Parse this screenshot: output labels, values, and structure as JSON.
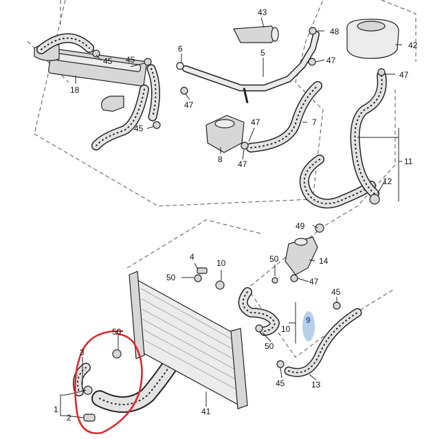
{
  "labels": {
    "l1": "1",
    "l2": "2",
    "l3": "3",
    "l4": "4",
    "l5": "5",
    "l6": "6",
    "l7": "7",
    "l8": "8",
    "l9": "9",
    "l10a": "10",
    "l10b": "10",
    "l11": "11",
    "l12": "12",
    "l13": "13",
    "l14": "14",
    "l18": "18",
    "l41": "41",
    "l42": "42",
    "l43": "43",
    "l45a": "45",
    "l45b": "45",
    "l45c": "45",
    "l45d": "45",
    "l45e": "45",
    "l47a": "47",
    "l47b": "47",
    "l47c": "47",
    "l47d": "47",
    "l47e": "47",
    "l47f": "47",
    "l48": "48",
    "l49": "49",
    "l50a": "50",
    "l50b": "50",
    "l50c": "50",
    "l50d": "50"
  },
  "colors": {
    "highlight_circle": "#e0262b",
    "callout_9_badge": "#aecbe8",
    "callout_9_text": "#3a5f99"
  }
}
